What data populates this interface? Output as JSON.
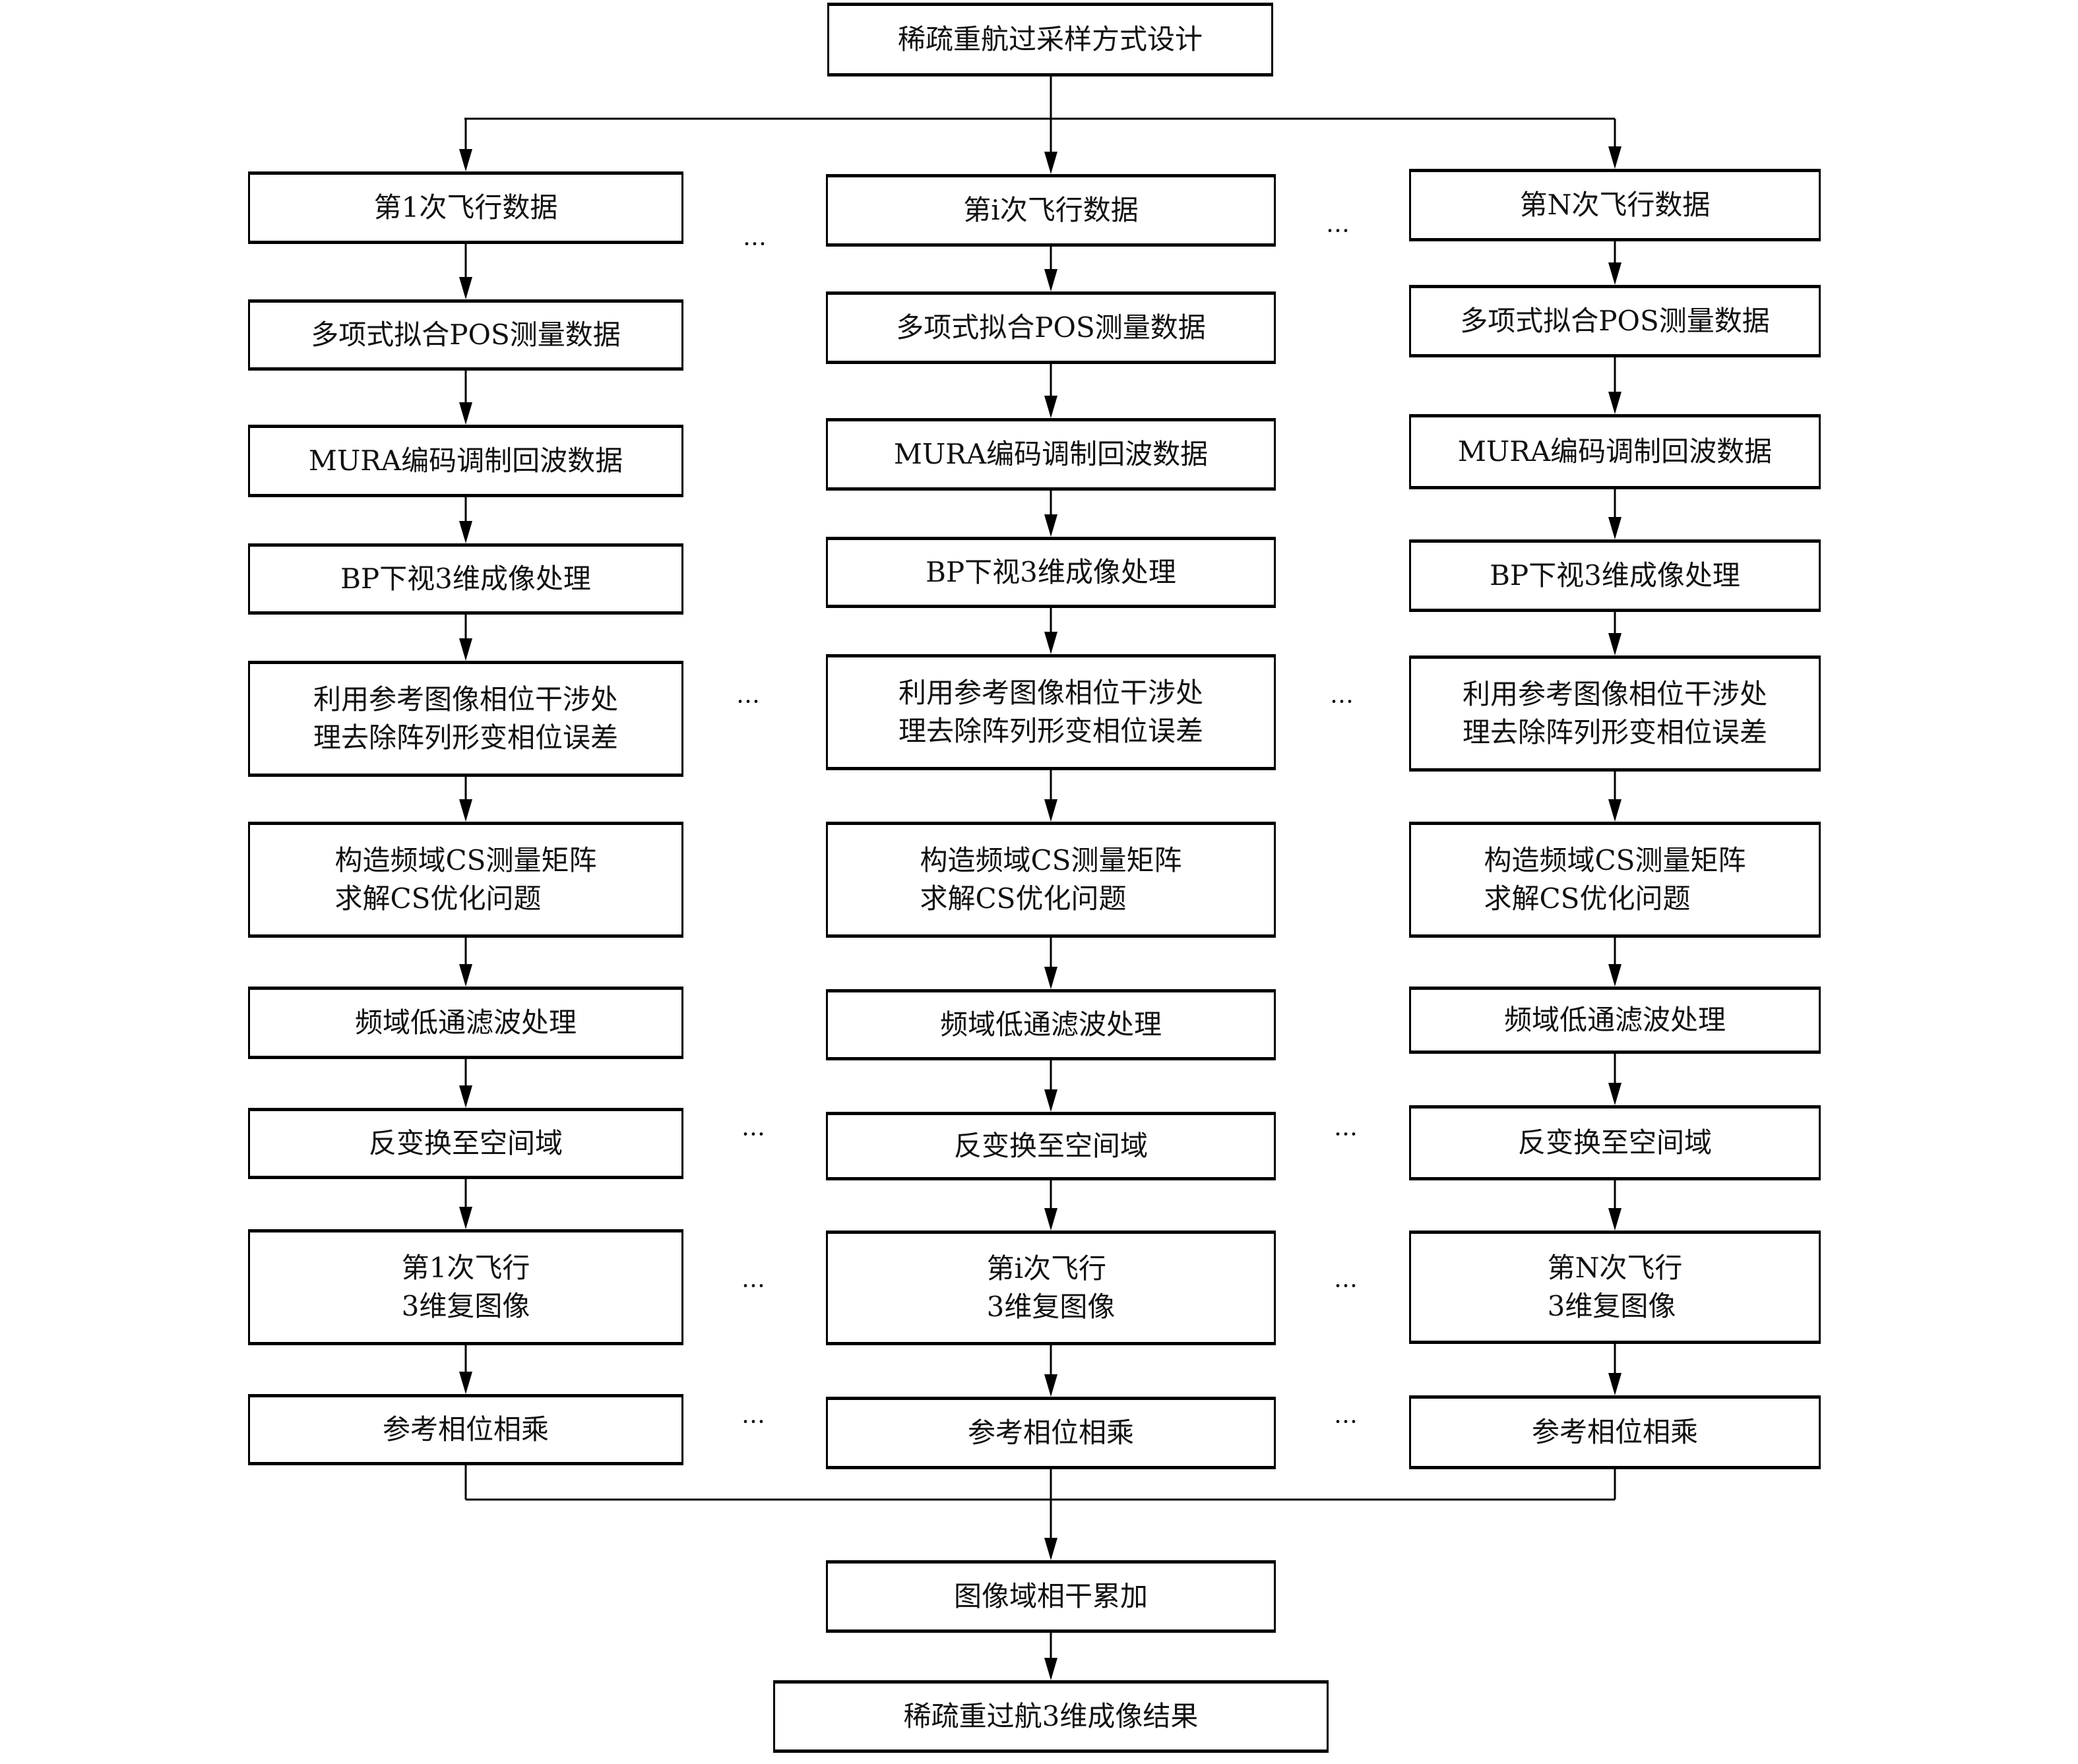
{
  "top_box": "稀疏重航过采样方式设计",
  "columns": [
    {
      "steps": [
        "第1次飞行数据",
        "多项式拟合POS测量数据",
        "MURA编码调制回波数据",
        "BP下视3维成像处理",
        "利用参考图像相位干涉处\n理去除阵列形变相位误差",
        "构造频域CS测量矩阵\n求解CS优化问题",
        "频域低通滤波处理",
        "反变换至空间域",
        "第1次飞行\n3维复图像",
        "参考相位相乘"
      ]
    },
    {
      "steps": [
        "第i次飞行数据",
        "多项式拟合POS测量数据",
        "MURA编码调制回波数据",
        "BP下视3维成像处理",
        "利用参考图像相位干涉处\n理去除阵列形变相位误差",
        "构造频域CS测量矩阵\n求解CS优化问题",
        "频域低通滤波处理",
        "反变换至空间域",
        "第i次飞行\n3维复图像",
        "参考相位相乘"
      ]
    },
    {
      "steps": [
        "第N次飞行数据",
        "多项式拟合POS测量数据",
        "MURA编码调制回波数据",
        "BP下视3维成像处理",
        "利用参考图像相位干涉处\n理去除阵列形变相位误差",
        "构造频域CS测量矩阵\n求解CS优化问题",
        "频域低通滤波处理",
        "反变换至空间域",
        "第N次飞行\n3维复图像",
        "参考相位相乘"
      ]
    }
  ],
  "ellipsis": "…",
  "merge_box": "图像域相干累加",
  "result_box": "稀疏重过航3维成像结果"
}
